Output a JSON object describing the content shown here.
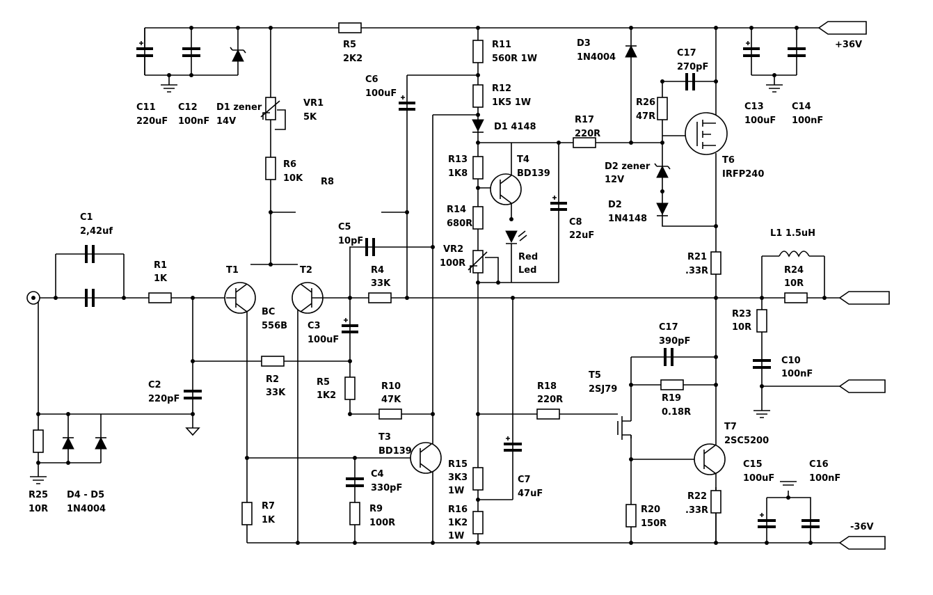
{
  "labels": {
    "c11": {
      "ref": "C11",
      "val": "220uF"
    },
    "c12": {
      "ref": "C12",
      "val": "100nF"
    },
    "d1z": {
      "ref": "D1 zener",
      "val": "14V"
    },
    "vr1": {
      "ref": "VR1",
      "val": "5K"
    },
    "r5": {
      "ref": "R5",
      "val": "2K2"
    },
    "c6": {
      "ref": "C6",
      "val": "100uF"
    },
    "r11": {
      "ref": "R11",
      "val": "560R 1W"
    },
    "r12": {
      "ref": "R12",
      "val": "1K5 1W"
    },
    "d1": {
      "ref": "D1 4148"
    },
    "d3": {
      "ref": "D3",
      "val": "1N4004"
    },
    "c17a": {
      "ref": "C17",
      "val": "270pF"
    },
    "r26": {
      "ref": "R26",
      "val": "47R"
    },
    "r17": {
      "ref": "R17",
      "val": "220R"
    },
    "c13": {
      "ref": "C13",
      "val": "100uF"
    },
    "c14": {
      "ref": "C14",
      "val": "100nF"
    },
    "vplus": {
      "ref": "+36V"
    },
    "r6": {
      "ref": "R6",
      "val": "10K"
    },
    "r8": {
      "ref": "R8"
    },
    "r13": {
      "ref": "R13",
      "val": "1K8"
    },
    "t4": {
      "ref": "T4",
      "val": "BD139"
    },
    "d2z": {
      "ref": "D2 zener",
      "val": "12V"
    },
    "t6": {
      "ref": "T6",
      "val": "IRFP240"
    },
    "r14": {
      "ref": "R14",
      "val": "680R"
    },
    "d2": {
      "ref": "D2",
      "val": "1N4148"
    },
    "c1": {
      "ref": "C1",
      "val": "2,42uf"
    },
    "c5": {
      "ref": "C5",
      "val": "10pF"
    },
    "c8": {
      "ref": "C8",
      "val": "22uF"
    },
    "vr2": {
      "ref": "VR2",
      "val": "100R"
    },
    "led": {
      "ref": "Red",
      "val": "Led"
    },
    "r21": {
      "ref": "R21",
      "val": ".33R"
    },
    "l1": {
      "ref": "L1 1.5uH"
    },
    "r24": {
      "ref": "R24",
      "val": "10R"
    },
    "r1": {
      "ref": "R1",
      "val": "1K"
    },
    "t1": {
      "ref": "T1"
    },
    "t2": {
      "ref": "T2"
    },
    "bc": {
      "ref": "BC",
      "val": "556B"
    },
    "r4": {
      "ref": "R4",
      "val": "33K"
    },
    "c3": {
      "ref": "C3",
      "val": "100uF"
    },
    "r23": {
      "ref": "R23",
      "val": "10R"
    },
    "c17b": {
      "ref": "C17",
      "val": "390pF"
    },
    "c10": {
      "ref": "C10",
      "val": "100nF"
    },
    "c2": {
      "ref": "C2",
      "val": "220pF"
    },
    "r2": {
      "ref": "R2",
      "val": "33K"
    },
    "r5b": {
      "ref": "R5",
      "val": "1K2"
    },
    "r10": {
      "ref": "R10",
      "val": "47K"
    },
    "r18": {
      "ref": "R18",
      "val": "220R"
    },
    "t5": {
      "ref": "T5",
      "val": "2SJ79"
    },
    "r19": {
      "ref": "R19",
      "val": "0.18R"
    },
    "t3": {
      "ref": "T3",
      "val": "BD139"
    },
    "t7": {
      "ref": "T7",
      "val": "2SC5200"
    },
    "r15": {
      "ref": "R15",
      "val": "3K3",
      "val2": "1W"
    },
    "c4": {
      "ref": "C4",
      "val": "330pF"
    },
    "c7": {
      "ref": "C7",
      "val": "47uF"
    },
    "c15": {
      "ref": "C15",
      "val": "100uF"
    },
    "c16": {
      "ref": "C16",
      "val": "100nF"
    },
    "r25": {
      "ref": "R25",
      "val": "10R"
    },
    "d45": {
      "ref": "D4 - D5",
      "val": "1N4004"
    },
    "r7": {
      "ref": "R7",
      "val": "1K"
    },
    "r9": {
      "ref": "R9",
      "val": "100R"
    },
    "r16": {
      "ref": "R16",
      "val": "1K2",
      "val2": "1W"
    },
    "r20": {
      "ref": "R20",
      "val": "150R"
    },
    "r22": {
      "ref": "R22",
      "val": ".33R"
    },
    "vminus": {
      "ref": "-36V"
    }
  }
}
